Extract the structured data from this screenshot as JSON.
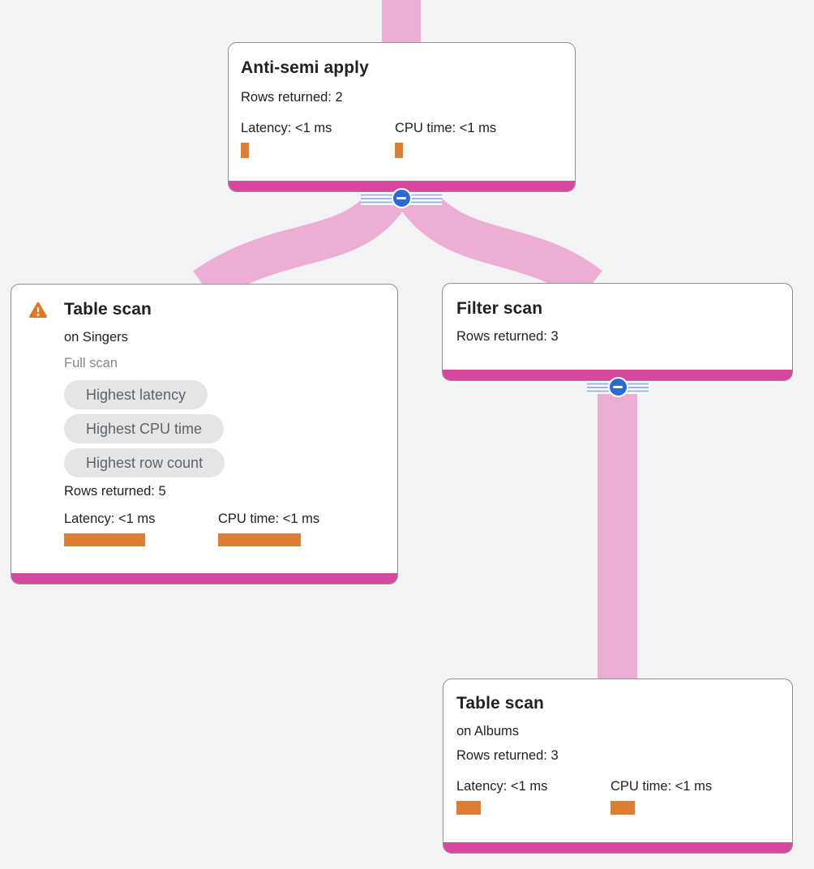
{
  "diagram": {
    "type": "query-execution-plan-tree",
    "background_color": "#F1F3F4",
    "link_color": "#ECAED3",
    "node_accent_bar_color": "#D5489D",
    "metric_bar_color": "#DC7E34",
    "collapse_button_color": "#2B6AD5",
    "warning_icon_color": "#E0762A"
  },
  "nodes": {
    "anti_semi_apply": {
      "title": "Anti-semi apply",
      "rows": "Rows returned: 2",
      "latency": "Latency: <1 ms",
      "cpu": "CPU time: <1 ms"
    },
    "table_scan_singers": {
      "title": "Table scan",
      "on": "on Singers",
      "scan_type": "Full scan",
      "badges": [
        "Highest latency",
        "Highest CPU time",
        "Highest row count"
      ],
      "rows": "Rows returned: 5",
      "latency": "Latency: <1 ms",
      "cpu": "CPU time: <1 ms"
    },
    "filter_scan": {
      "title": "Filter scan",
      "rows": "Rows returned: 3"
    },
    "table_scan_albums": {
      "title": "Table scan",
      "on": "on Albums",
      "rows": "Rows returned: 3",
      "latency": "Latency: <1 ms",
      "cpu": "CPU time: <1 ms"
    }
  }
}
